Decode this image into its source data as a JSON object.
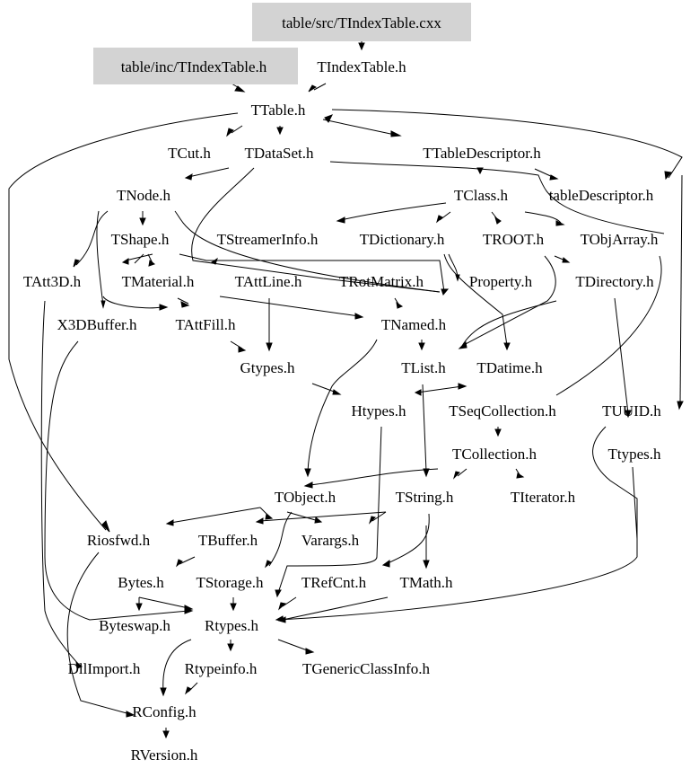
{
  "diagram": {
    "type": "include-dependency-graph",
    "highlight_color": "#d3d3d3",
    "edge_color": "#000000",
    "background_color": "#ffffff",
    "nodes": [
      {
        "id": "cxx",
        "label": "table/src/TIndexTable.cxx",
        "highlighted": true
      },
      {
        "id": "inc",
        "label": "table/inc/TIndexTable.h",
        "highlighted": true
      },
      {
        "id": "TIndexTable",
        "label": "TIndexTable.h",
        "highlighted": false
      },
      {
        "id": "TTable",
        "label": "TTable.h",
        "highlighted": false
      },
      {
        "id": "TCut",
        "label": "TCut.h",
        "highlighted": false
      },
      {
        "id": "TDataSet",
        "label": "TDataSet.h",
        "highlighted": false
      },
      {
        "id": "TTableDescriptor",
        "label": "TTableDescriptor.h",
        "highlighted": false
      },
      {
        "id": "TNode",
        "label": "TNode.h",
        "highlighted": false
      },
      {
        "id": "TClass",
        "label": "TClass.h",
        "highlighted": false
      },
      {
        "id": "tableDescriptor",
        "label": "tableDescriptor.h",
        "highlighted": false
      },
      {
        "id": "TShape",
        "label": "TShape.h",
        "highlighted": false
      },
      {
        "id": "TStreamerInfo",
        "label": "TStreamerInfo.h",
        "highlighted": false
      },
      {
        "id": "TDictionary",
        "label": "TDictionary.h",
        "highlighted": false
      },
      {
        "id": "TROOT",
        "label": "TROOT.h",
        "highlighted": false
      },
      {
        "id": "TObjArray",
        "label": "TObjArray.h",
        "highlighted": false
      },
      {
        "id": "TAtt3D",
        "label": "TAtt3D.h",
        "highlighted": false
      },
      {
        "id": "TMaterial",
        "label": "TMaterial.h",
        "highlighted": false
      },
      {
        "id": "TAttLine",
        "label": "TAttLine.h",
        "highlighted": false
      },
      {
        "id": "TRotMatrix",
        "label": "TRotMatrix.h",
        "highlighted": false
      },
      {
        "id": "Property",
        "label": "Property.h",
        "highlighted": false
      },
      {
        "id": "TDirectory",
        "label": "TDirectory.h",
        "highlighted": false
      },
      {
        "id": "X3DBuffer",
        "label": "X3DBuffer.h",
        "highlighted": false
      },
      {
        "id": "TAttFill",
        "label": "TAttFill.h",
        "highlighted": false
      },
      {
        "id": "TNamed",
        "label": "TNamed.h",
        "highlighted": false
      },
      {
        "id": "Gtypes",
        "label": "Gtypes.h",
        "highlighted": false
      },
      {
        "id": "TList",
        "label": "TList.h",
        "highlighted": false
      },
      {
        "id": "TDatime",
        "label": "TDatime.h",
        "highlighted": false
      },
      {
        "id": "Htypes",
        "label": "Htypes.h",
        "highlighted": false
      },
      {
        "id": "TSeqCollection",
        "label": "TSeqCollection.h",
        "highlighted": false
      },
      {
        "id": "TUUID",
        "label": "TUUID.h",
        "highlighted": false
      },
      {
        "id": "TCollection",
        "label": "TCollection.h",
        "highlighted": false
      },
      {
        "id": "Ttypes",
        "label": "Ttypes.h",
        "highlighted": false
      },
      {
        "id": "TObject",
        "label": "TObject.h",
        "highlighted": false
      },
      {
        "id": "TString",
        "label": "TString.h",
        "highlighted": false
      },
      {
        "id": "TIterator",
        "label": "TIterator.h",
        "highlighted": false
      },
      {
        "id": "Riosfwd",
        "label": "Riosfwd.h",
        "highlighted": false
      },
      {
        "id": "TBuffer",
        "label": "TBuffer.h",
        "highlighted": false
      },
      {
        "id": "Varargs",
        "label": "Varargs.h",
        "highlighted": false
      },
      {
        "id": "Bytes",
        "label": "Bytes.h",
        "highlighted": false
      },
      {
        "id": "TStorage",
        "label": "TStorage.h",
        "highlighted": false
      },
      {
        "id": "TRefCnt",
        "label": "TRefCnt.h",
        "highlighted": false
      },
      {
        "id": "TMath",
        "label": "TMath.h",
        "highlighted": false
      },
      {
        "id": "Byteswap",
        "label": "Byteswap.h",
        "highlighted": false
      },
      {
        "id": "Rtypes",
        "label": "Rtypes.h",
        "highlighted": false
      },
      {
        "id": "DllImport",
        "label": "DllImport.h",
        "highlighted": false
      },
      {
        "id": "Rtypeinfo",
        "label": "Rtypeinfo.h",
        "highlighted": false
      },
      {
        "id": "TGenericClassInfo",
        "label": "TGenericClassInfo.h",
        "highlighted": false
      },
      {
        "id": "RConfig",
        "label": "RConfig.h",
        "highlighted": false
      },
      {
        "id": "RVersion",
        "label": "RVersion.h",
        "highlighted": false
      }
    ],
    "edges": [
      [
        "cxx",
        "TIndexTable"
      ],
      [
        "inc",
        "TTable"
      ],
      [
        "TIndexTable",
        "TTable"
      ],
      [
        "TTable",
        "TCut"
      ],
      [
        "TTable",
        "TDataSet"
      ],
      [
        "TTable",
        "TTableDescriptor"
      ],
      [
        "TTableDescriptor",
        "TTable"
      ],
      [
        "TTable",
        "tableDescriptor"
      ],
      [
        "TTable",
        "Riosfwd"
      ],
      [
        "TDataSet",
        "TNode"
      ],
      [
        "TDataSet",
        "TClass"
      ],
      [
        "TDataSet",
        "TNamed"
      ],
      [
        "TTableDescriptor",
        "tableDescriptor"
      ],
      [
        "TNode",
        "TShape"
      ],
      [
        "TNode",
        "TAtt3D"
      ],
      [
        "TNode",
        "X3DBuffer"
      ],
      [
        "TNode",
        "TNamed"
      ],
      [
        "TClass",
        "TStreamerInfo"
      ],
      [
        "TClass",
        "TDictionary"
      ],
      [
        "TClass",
        "TROOT"
      ],
      [
        "TClass",
        "TObjArray"
      ],
      [
        "TShape",
        "TAtt3D"
      ],
      [
        "TShape",
        "TMaterial"
      ],
      [
        "TShape",
        "TAttLine"
      ],
      [
        "TShape",
        "TAttFill"
      ],
      [
        "TShape",
        "TNamed"
      ],
      [
        "TStreamerInfo",
        "TNamed"
      ],
      [
        "TDictionary",
        "Property"
      ],
      [
        "TDictionary",
        "TNamed"
      ],
      [
        "TROOT",
        "TDirectory"
      ],
      [
        "TROOT",
        "TList"
      ],
      [
        "TROOT",
        "TDatime"
      ],
      [
        "TObjArray",
        "TSeqCollection"
      ],
      [
        "TMaterial",
        "TAttFill"
      ],
      [
        "TAttLine",
        "Gtypes"
      ],
      [
        "TAttLine",
        "TNamed"
      ],
      [
        "TRotMatrix",
        "TNamed"
      ],
      [
        "TDirectory",
        "TUUID"
      ],
      [
        "TDirectory",
        "TList"
      ],
      [
        "TAttFill",
        "Gtypes"
      ],
      [
        "TNamed",
        "TList"
      ],
      [
        "TNamed",
        "TObject"
      ],
      [
        "Gtypes",
        "Htypes"
      ],
      [
        "TList",
        "TSeqCollection"
      ],
      [
        "TList",
        "TString"
      ],
      [
        "TSeqCollection",
        "TCollection"
      ],
      [
        "TUUID",
        "Rtypes"
      ],
      [
        "TCollection",
        "TObject"
      ],
      [
        "TCollection",
        "TString"
      ],
      [
        "TCollection",
        "TIterator"
      ],
      [
        "Ttypes",
        "Rtypes"
      ],
      [
        "TObject",
        "Riosfwd"
      ],
      [
        "TObject",
        "TBuffer"
      ],
      [
        "TObject",
        "Varargs"
      ],
      [
        "TObject",
        "TStorage"
      ],
      [
        "TString",
        "Riosfwd"
      ],
      [
        "TString",
        "TBuffer"
      ],
      [
        "TString",
        "TRefCnt"
      ],
      [
        "TString",
        "TMath"
      ],
      [
        "Htypes",
        "Rtypes"
      ],
      [
        "TIterator",
        "Rtypes"
      ],
      [
        "TBuffer",
        "Bytes"
      ],
      [
        "Bytes",
        "Byteswap"
      ],
      [
        "Bytes",
        "Rtypes"
      ],
      [
        "TStorage",
        "Rtypes"
      ],
      [
        "TRefCnt",
        "Rtypes"
      ],
      [
        "TMath",
        "Rtypes"
      ],
      [
        "Rtypes",
        "DllImport"
      ],
      [
        "Rtypes",
        "Rtypeinfo"
      ],
      [
        "Rtypes",
        "TGenericClassInfo"
      ],
      [
        "Rtypes",
        "RConfig"
      ],
      [
        "Rtypeinfo",
        "RConfig"
      ],
      [
        "Riosfwd",
        "RConfig"
      ],
      [
        "RConfig",
        "RVersion"
      ]
    ]
  }
}
